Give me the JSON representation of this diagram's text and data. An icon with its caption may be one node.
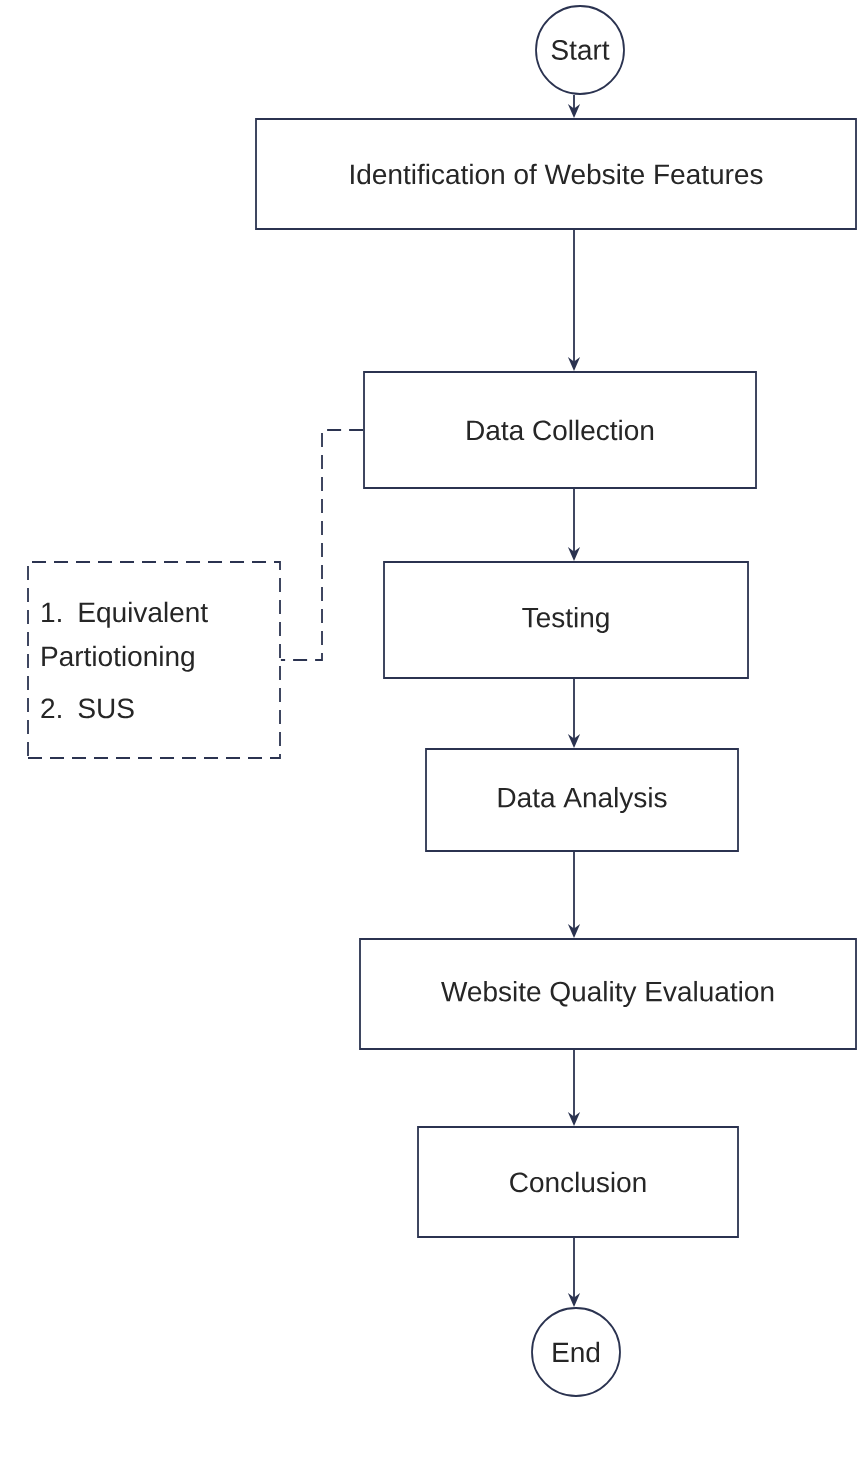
{
  "diagram": {
    "nodes": [
      {
        "text": [
          "Start"
        ]
      },
      {
        "text": [
          "Identification of Website Features"
        ]
      },
      {
        "text": [
          "Data Collection"
        ]
      },
      {
        "text": [
          "Testing"
        ]
      },
      {
        "text": [
          "Data Analysis"
        ]
      },
      {
        "text": [
          "Website Quality Evaluation"
        ]
      },
      {
        "text": [
          "Conclusion"
        ]
      },
      {
        "text": [
          "End"
        ]
      },
      {
        "text": [
          "1. Equivalent Partiotioning",
          "2. SUS"
        ]
      }
    ],
    "edges": [
      {
        "from": 0,
        "to": 1,
        "arrow": "to"
      },
      {
        "from": 1,
        "to": 2,
        "arrow": "to"
      },
      {
        "from": 2,
        "to": 3,
        "arrow": "to"
      },
      {
        "from": 3,
        "to": 4,
        "arrow": "to"
      },
      {
        "from": 4,
        "to": 5,
        "arrow": "to"
      },
      {
        "from": 5,
        "to": 6,
        "arrow": "to"
      },
      {
        "from": 6,
        "to": 7,
        "arrow": "to"
      },
      {
        "from": 2,
        "to": 8,
        "arrow": "none",
        "style": "dashed"
      }
    ]
  }
}
